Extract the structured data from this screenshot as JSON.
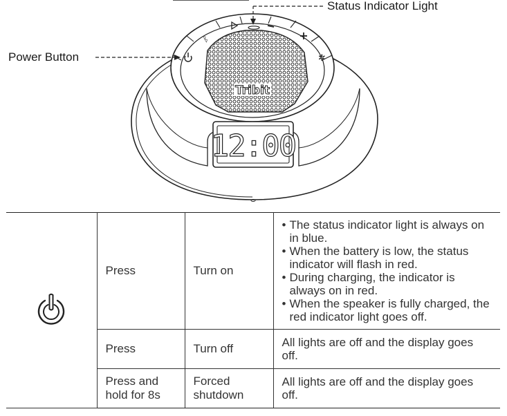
{
  "callouts": {
    "status_light": "Status Indicator Light",
    "power_button": "Power Button"
  },
  "device": {
    "brand": "Tribit",
    "display_time": "12:00"
  },
  "table": {
    "icon": "power-icon",
    "rows": [
      {
        "action": "Press",
        "function": "Turn on",
        "description": [
          "The status indicator light is always on in blue.",
          "When the battery is low, the status indicator will flash in red.",
          "During charging, the indicator is always on in red.",
          "When the speaker is fully charged, the red indicator light goes off."
        ]
      },
      {
        "action": "Press",
        "function": "Turn off",
        "description": "All lights are off and the display goes off."
      },
      {
        "action": "Press and hold for 8s",
        "function": "Forced shutdown",
        "description": "All lights are off and the display goes off."
      }
    ]
  }
}
